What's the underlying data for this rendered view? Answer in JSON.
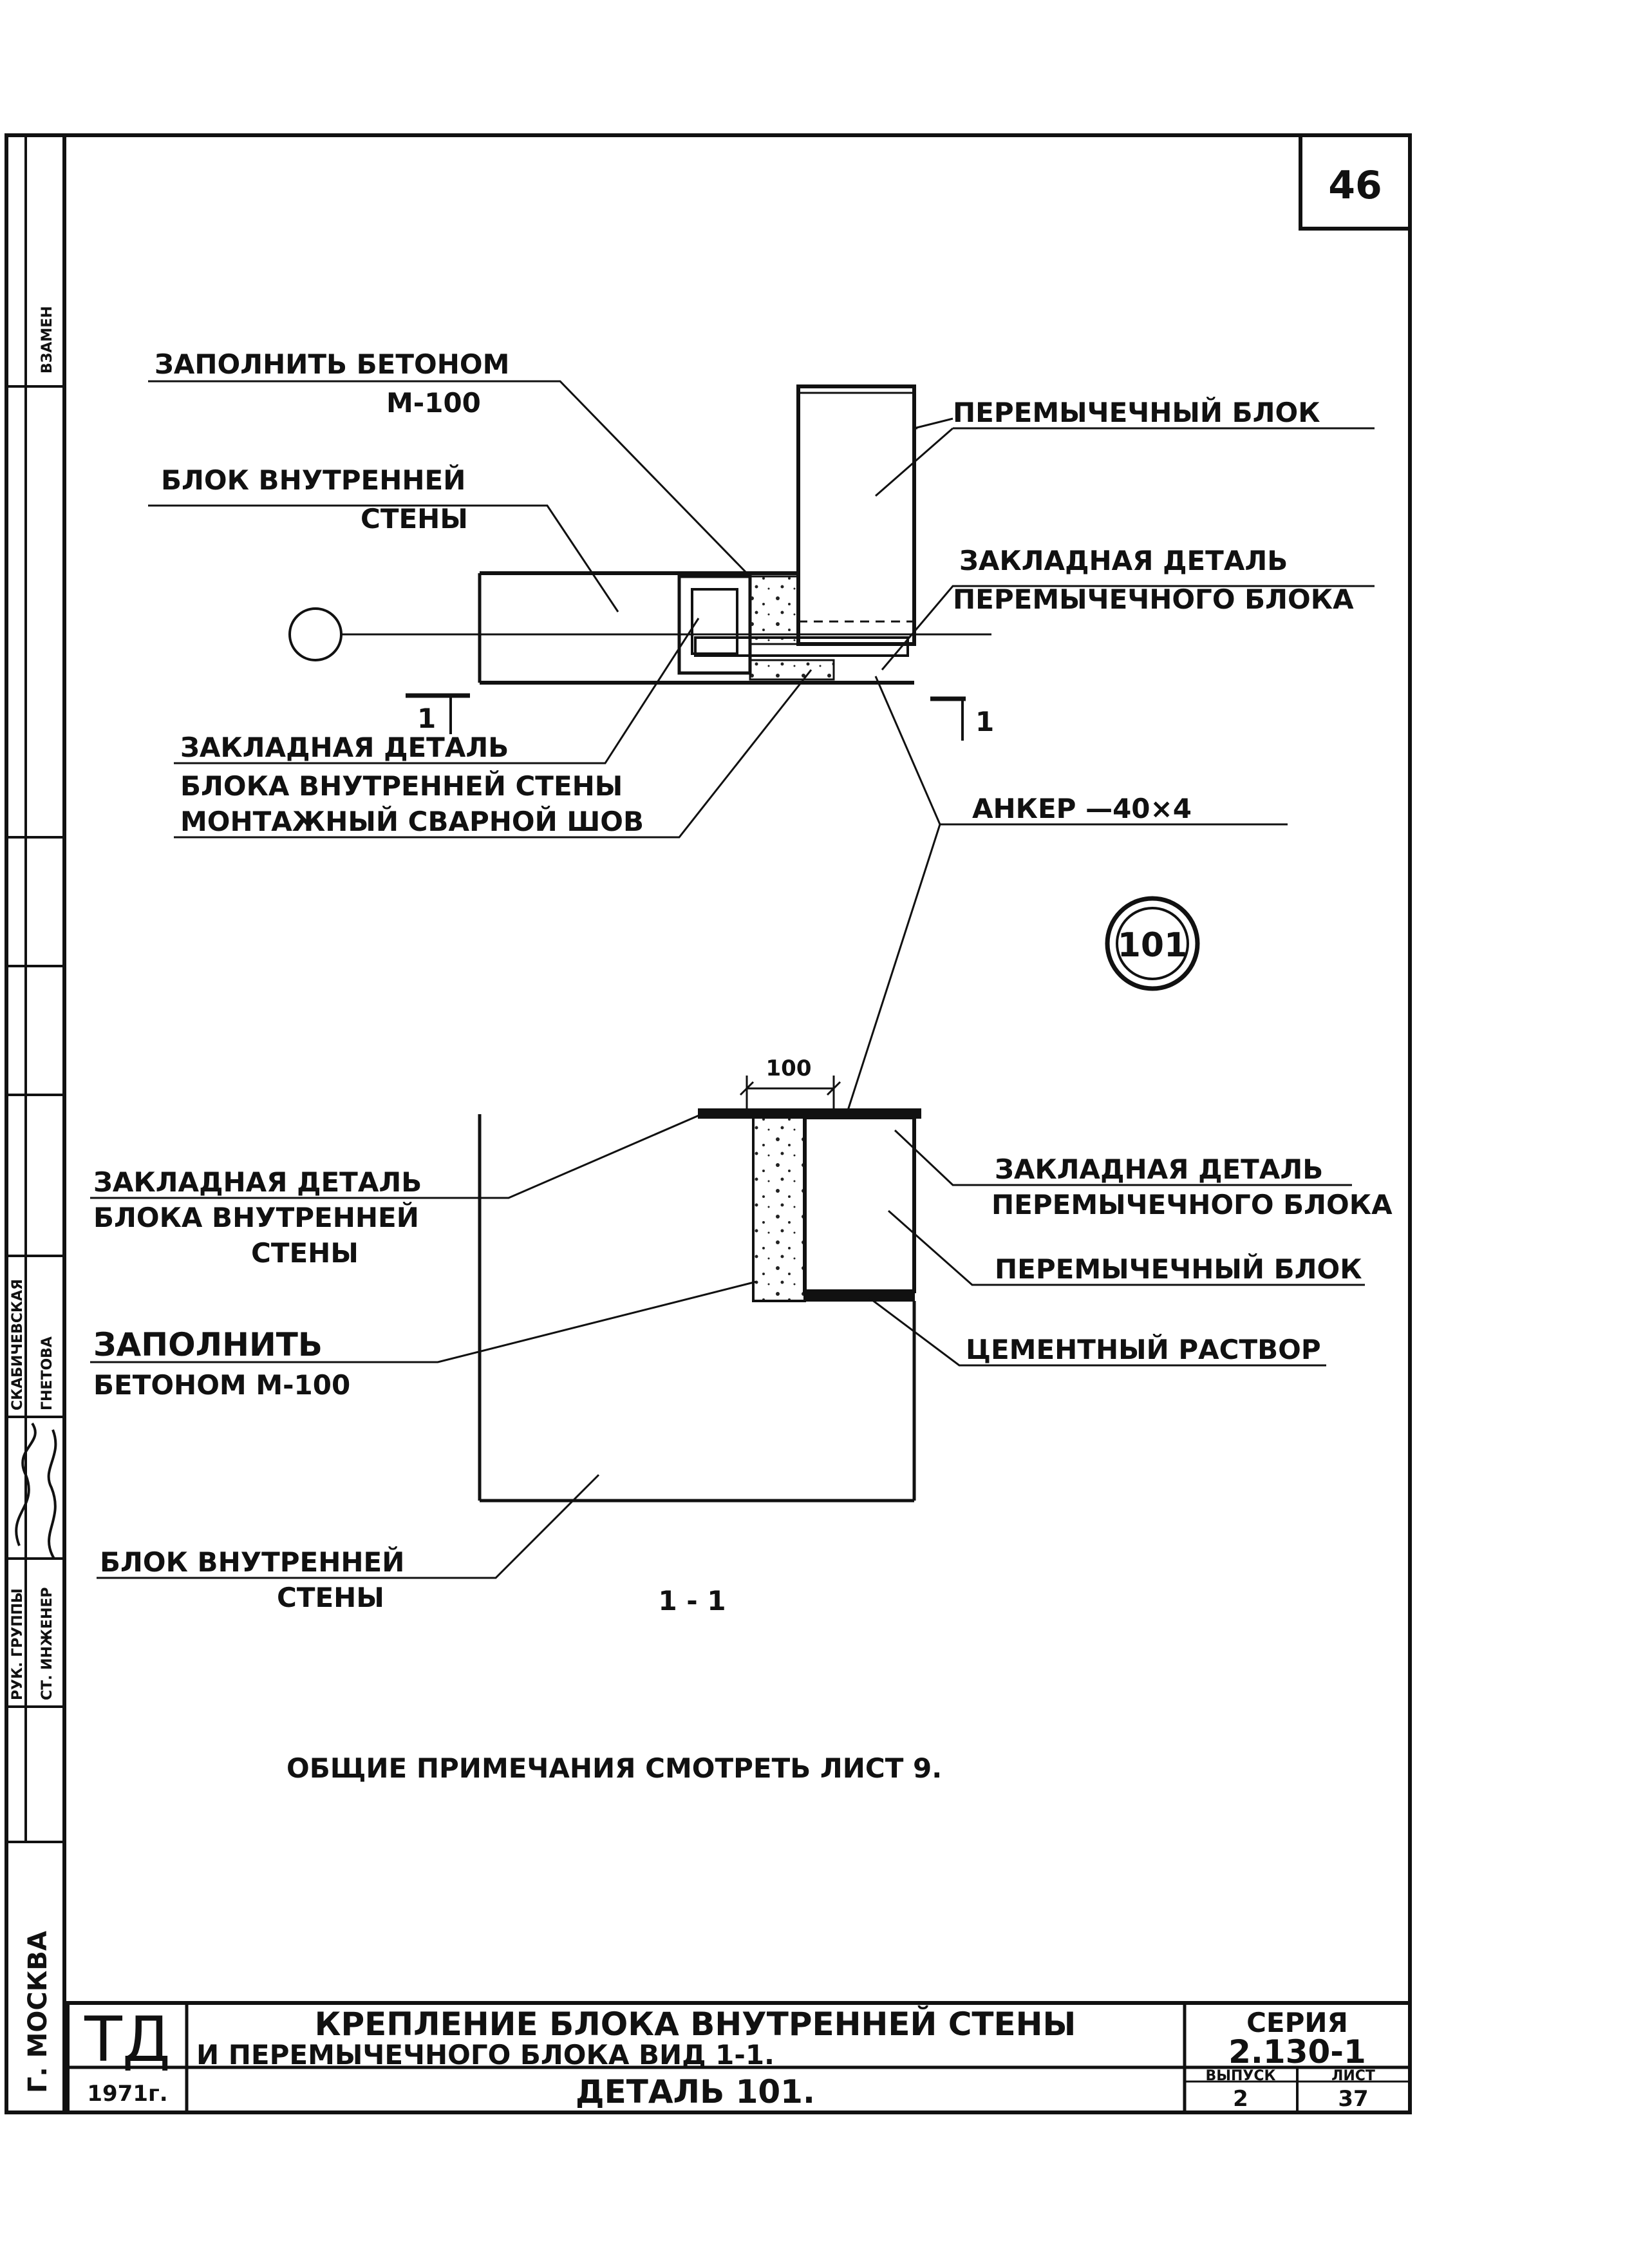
{
  "sheet_number": "46",
  "detail_number": "101",
  "plan_labels": {
    "fill_concrete_1": "ЗАПОЛНИТЬ БЕТОНОМ",
    "fill_concrete_2": "М-100",
    "inner_wall_block_1": "БЛОК ВНУТРЕННЕЙ",
    "inner_wall_block_2": "СТЕНЫ",
    "lintel_block": "ПЕРЕМЫЧЕЧНЫЙ БЛОК",
    "lintel_embed_1": "ЗАКЛАДНАЯ ДЕТАЛЬ",
    "lintel_embed_2": "ПЕРЕМЫЧЕЧНОГО БЛОКА",
    "wall_embed_1": "ЗАКЛАДНАЯ ДЕТАЛЬ",
    "wall_embed_2": "БЛОКА ВНУТРЕННЕЙ СТЕНЫ",
    "weld_seam": "МОНТАЖНЫЙ СВАРНОЙ ШОВ",
    "anchor": "АНКЕР —40×4",
    "section_mark": "1"
  },
  "section_labels": {
    "dim_100": "100",
    "wall_embed_1": "ЗАКЛАДНАЯ ДЕТАЛЬ",
    "wall_embed_2": "БЛОКА ВНУТРЕННЕЙ",
    "wall_embed_3": "СТЕНЫ",
    "lintel_embed_1": "ЗАКЛАДНАЯ ДЕТАЛЬ",
    "lintel_embed_2": "ПЕРЕМЫЧЕЧНОГО БЛОКА",
    "lintel_block": "ПЕРЕМЫЧЕЧНЫЙ БЛОК",
    "fill_1": "ЗАПОЛНИТЬ",
    "fill_2": "БЕТОНОМ М-100",
    "cement_mortar": "ЦЕМЕНТНЫЙ РАСТВОР",
    "inner_wall_1": "БЛОК ВНУТРЕННЕЙ",
    "inner_wall_2": "СТЕНЫ",
    "section_title": "1 - 1"
  },
  "general_note": "ОБЩИЕ ПРИМЕЧАНИЯ СМОТРЕТЬ ЛИСТ 9.",
  "left_strip": {
    "top": "ВЗАМЕН",
    "role_1": "СКАБИЧЕВСКАЯ",
    "role_2": "ГНЕТОВА",
    "name_1": "РУК. ГРУППЫ",
    "name_2": "СТ. ИНЖЕНЕР",
    "city": "Г. МОСКВА"
  },
  "title_block": {
    "logo": "ТД",
    "year": "1971г.",
    "title_1": "КРЕПЛЕНИЕ БЛОКА ВНУТРЕННЕЙ СТЕНЫ",
    "title_2": "И ПЕРЕМЫЧЕЧНОГО БЛОКА ВИД 1-1.",
    "detail": "ДЕТАЛЬ 101.",
    "series_label": "СЕРИЯ",
    "series_value": "2.130-1",
    "issue_label": "ВЫПУСК",
    "issue_value": "2",
    "sheet_label": "ЛИСТ",
    "sheet_value": "37"
  }
}
